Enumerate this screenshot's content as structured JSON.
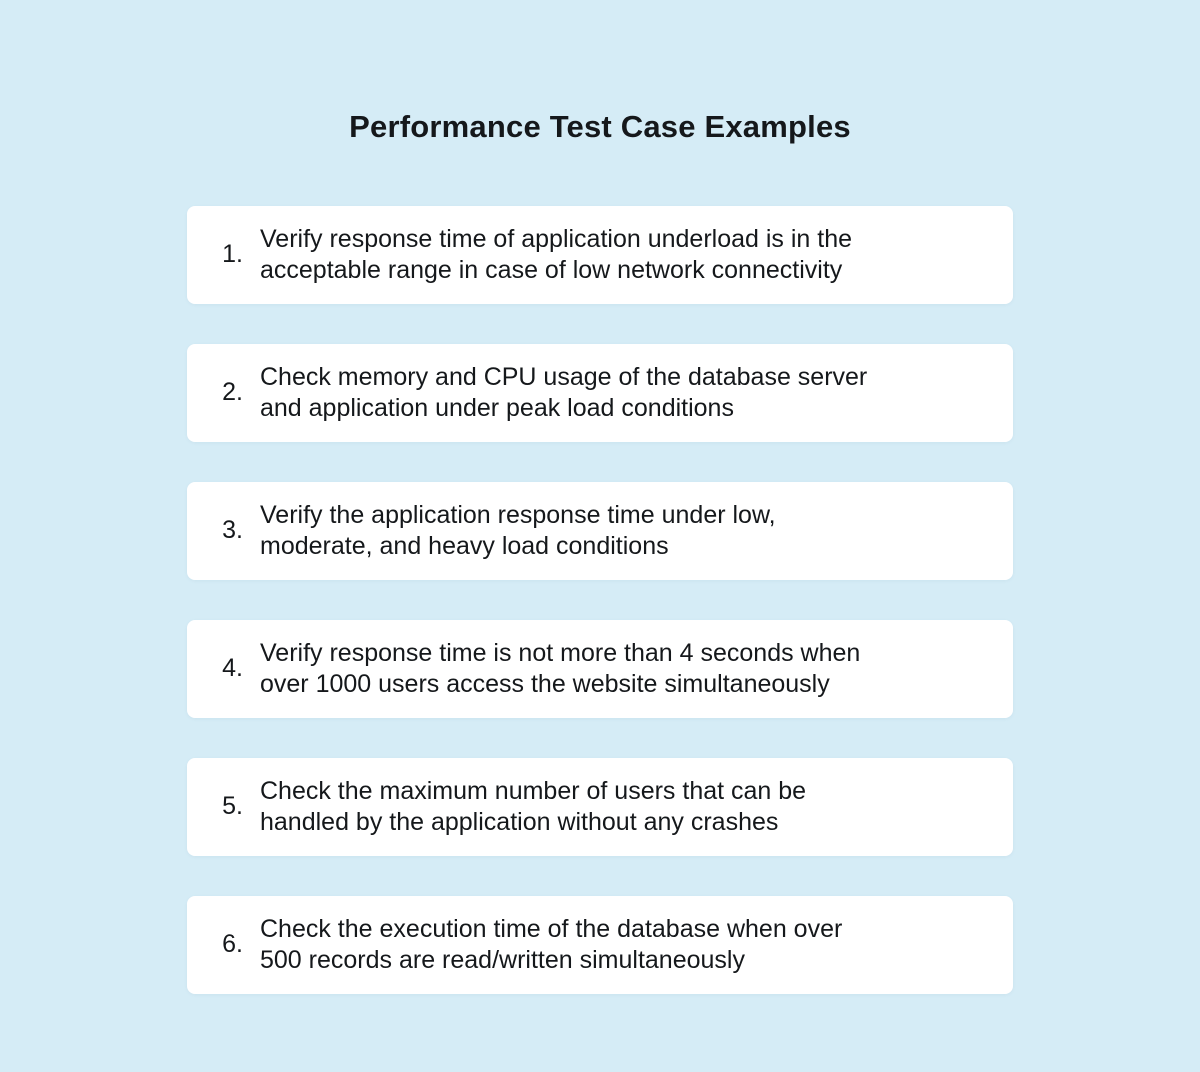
{
  "page": {
    "title": "Performance Test Case Examples",
    "colors": {
      "background": "#d5ecf6",
      "card": "#ffffff",
      "text": "#15181b"
    }
  },
  "test_cases": [
    {
      "number": "1.",
      "lines": [
        "Verify response time of application underload is in the",
        "acceptable range in case of low network connectivity"
      ]
    },
    {
      "number": "2.",
      "lines": [
        "Check memory and CPU usage of the database server",
        "and application under peak load conditions"
      ]
    },
    {
      "number": "3.",
      "lines": [
        "Verify the application response time under low,",
        "moderate, and heavy load conditions"
      ]
    },
    {
      "number": "4.",
      "lines": [
        "Verify response time is not more than 4 seconds when",
        "over 1000 users access the website simultaneously"
      ]
    },
    {
      "number": "5.",
      "lines": [
        "Check the maximum number of users that can be",
        "handled by the application without any crashes"
      ]
    },
    {
      "number": "6.",
      "lines": [
        "Check the execution time of the database when over",
        "500 records are read/written simultaneously"
      ]
    }
  ]
}
